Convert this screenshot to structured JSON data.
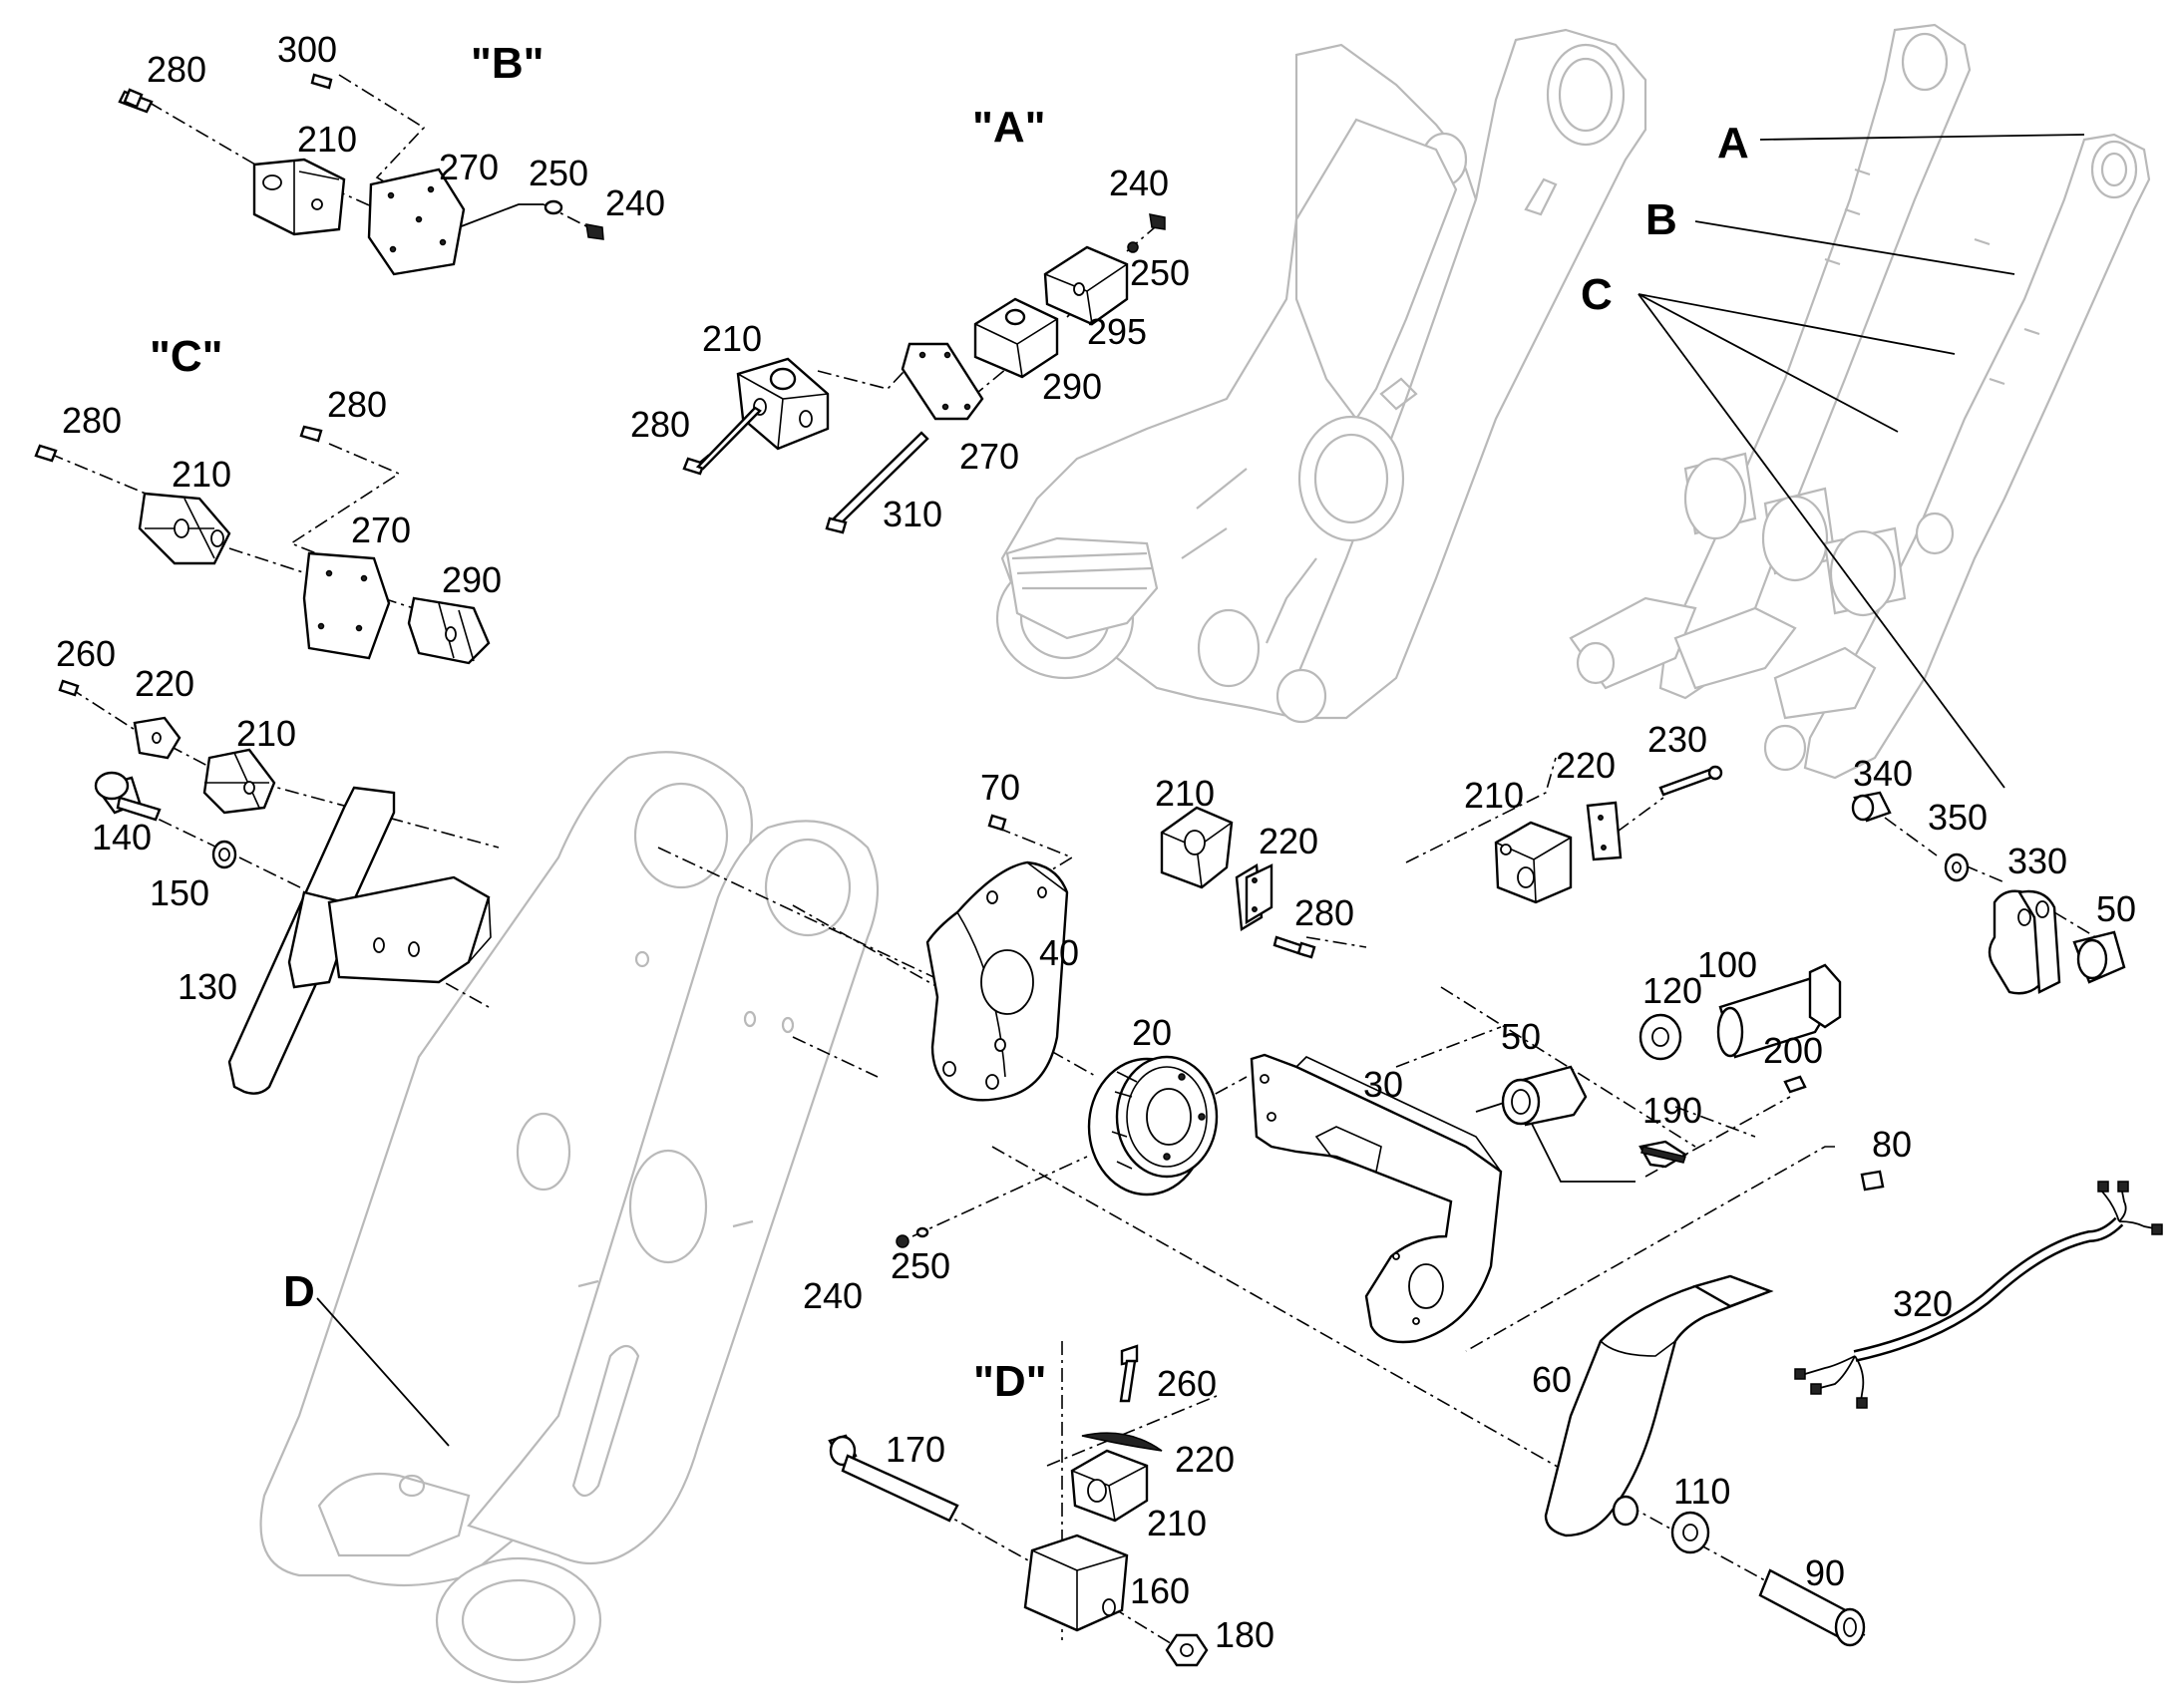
{
  "views": {
    "a": "\"A\"",
    "b": "\"B\"",
    "c": "\"C\"",
    "d": "\"D\""
  },
  "callouts": {
    "a": "A",
    "b": "B",
    "c": "C",
    "d": "D"
  },
  "labels": {
    "b_280": "280",
    "b_300": "300",
    "b_210": "210",
    "b_270": "270",
    "b_250": "250",
    "b_240": "240",
    "c_280a": "280",
    "c_280b": "280",
    "c_210": "210",
    "c_270": "270",
    "c_290": "290",
    "a_240": "240",
    "a_250": "250",
    "a_295": "295",
    "a_210": "210",
    "a_290": "290",
    "a_280": "280",
    "a_270": "270",
    "a_310": "310",
    "m_260": "260",
    "m_220": "220",
    "m_210": "210",
    "m_140": "140",
    "m_150": "150",
    "m_130": "130",
    "m_70": "70",
    "m_40": "40",
    "m_20": "20",
    "m_210b": "210",
    "m_220b": "220",
    "m_280": "280",
    "m_210c": "210",
    "m_220c": "220",
    "m_230": "230",
    "m_340": "340",
    "m_350": "350",
    "m_330": "330",
    "m_50a": "50",
    "m_50b": "50",
    "m_120": "120",
    "m_100": "100",
    "m_30": "30",
    "m_200": "200",
    "m_190": "190",
    "m_80": "80",
    "m_240": "240",
    "m_250": "250",
    "m_320": "320",
    "m_60": "60",
    "m_110": "110",
    "m_90": "90",
    "d_260": "260",
    "d_220": "220",
    "d_210": "210",
    "d_170": "170",
    "d_160": "160",
    "d_180": "180"
  }
}
